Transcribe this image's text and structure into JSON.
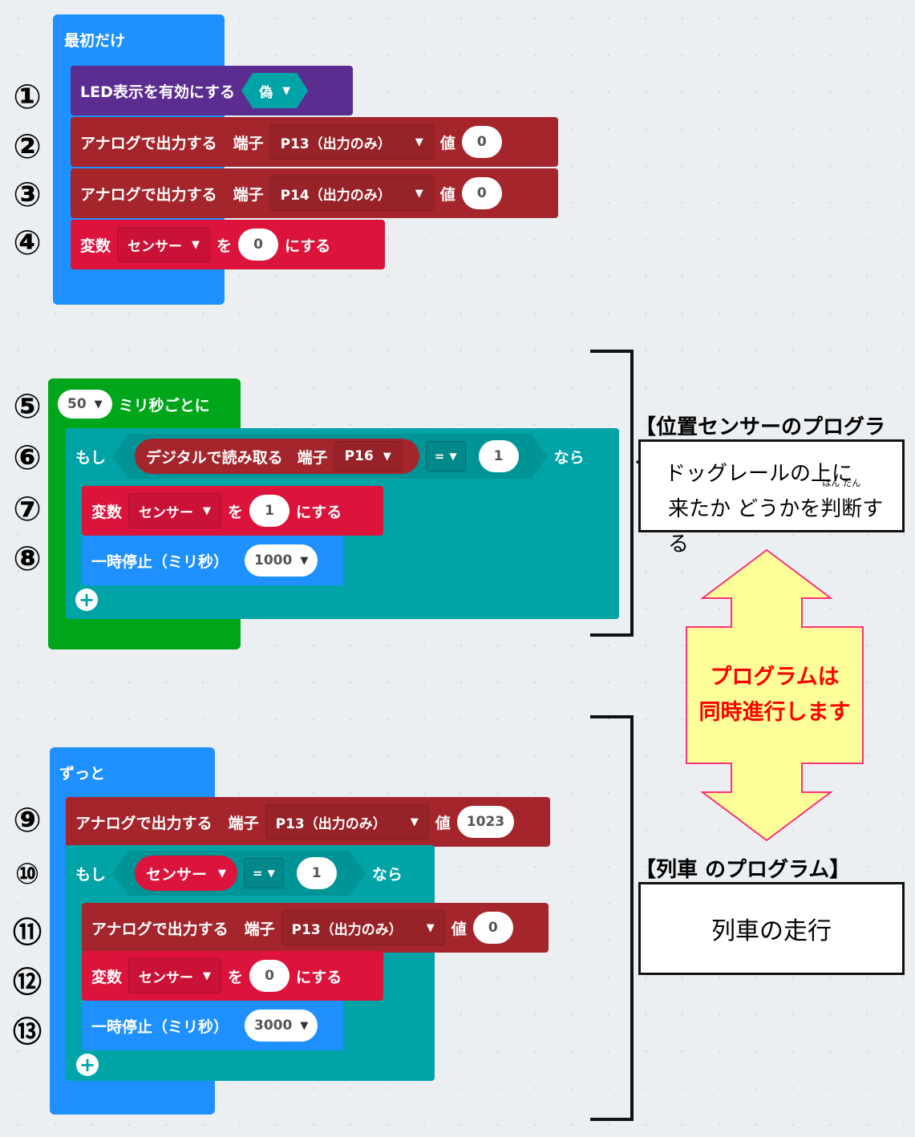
{
  "on_start": {
    "header": "最初だけ",
    "blocks": {
      "led": {
        "label": "LED表示を有効にする",
        "value": "偽"
      },
      "analog1": {
        "label": "アナログで出力する",
        "pin_label": "端子",
        "pin": "P13（出力のみ）",
        "value_label": "値",
        "value": "0"
      },
      "analog2": {
        "label": "アナログで出力する",
        "pin_label": "端子",
        "pin": "P14（出力のみ）",
        "value_label": "値",
        "value": "0"
      },
      "setvar": {
        "label": "変数",
        "var": "センサー",
        "to": "を",
        "value": "0",
        "suffix": "にする"
      }
    }
  },
  "every": {
    "interval": "50",
    "header": "ミリ秒ごとに",
    "if": {
      "label": "もし",
      "read": "デジタルで読み取る",
      "pin_label": "端子",
      "pin": "P16",
      "op": "=",
      "value": "1",
      "then": "なら"
    },
    "setvar": {
      "label": "変数",
      "var": "センサー",
      "to": "を",
      "value": "1",
      "suffix": "にする"
    },
    "pause": {
      "label": "一時停止（ミリ秒）",
      "value": "1000"
    }
  },
  "forever": {
    "header": "ずっと",
    "analog": {
      "label": "アナログで出力する",
      "pin_label": "端子",
      "pin": "P13（出力のみ）",
      "value_label": "値",
      "value": "1023"
    },
    "if": {
      "label": "もし",
      "var": "センサー",
      "op": "=",
      "value": "1",
      "then": "なら"
    },
    "analog2": {
      "label": "アナログで出力する",
      "pin_label": "端子",
      "pin": "P13（出力のみ）",
      "value_label": "値",
      "value": "0"
    },
    "setvar": {
      "label": "変数",
      "var": "センサー",
      "to": "を",
      "value": "0",
      "suffix": "にする"
    },
    "pause": {
      "label": "一時停止（ミリ秒）",
      "value": "3000"
    }
  },
  "step_numbers": [
    "①",
    "②",
    "③",
    "④",
    "⑤",
    "⑥",
    "⑦",
    "⑧",
    "⑨",
    "⑩",
    "⑪",
    "⑫",
    "⑬"
  ],
  "annotations": {
    "position_title": "【位置センサーのプログラム】",
    "position_line1": "ドッグレールの上に",
    "position_line2a": "来たか どうかを",
    "position_han": "判",
    "position_dan": "断",
    "position_line2b": "する",
    "ruby_han": "はん",
    "ruby_dan": "だん",
    "arrow_text1": "プログラムは",
    "arrow_text2": "同時進行します",
    "train_title": "【列車 のプログラム】",
    "train_body": "列車の走行"
  },
  "colors": {
    "basic_blue": "#1e90ff",
    "loops_green": "#00a61a",
    "led_purple": "#5c2d91",
    "pins_darkred": "#a4262c",
    "variables_red": "#dc143c",
    "logic_teal": "#00a4a6",
    "arrow_fill": "#ffff99",
    "arrow_stroke": "#ff3377",
    "arrow_text": "#ff0000"
  }
}
